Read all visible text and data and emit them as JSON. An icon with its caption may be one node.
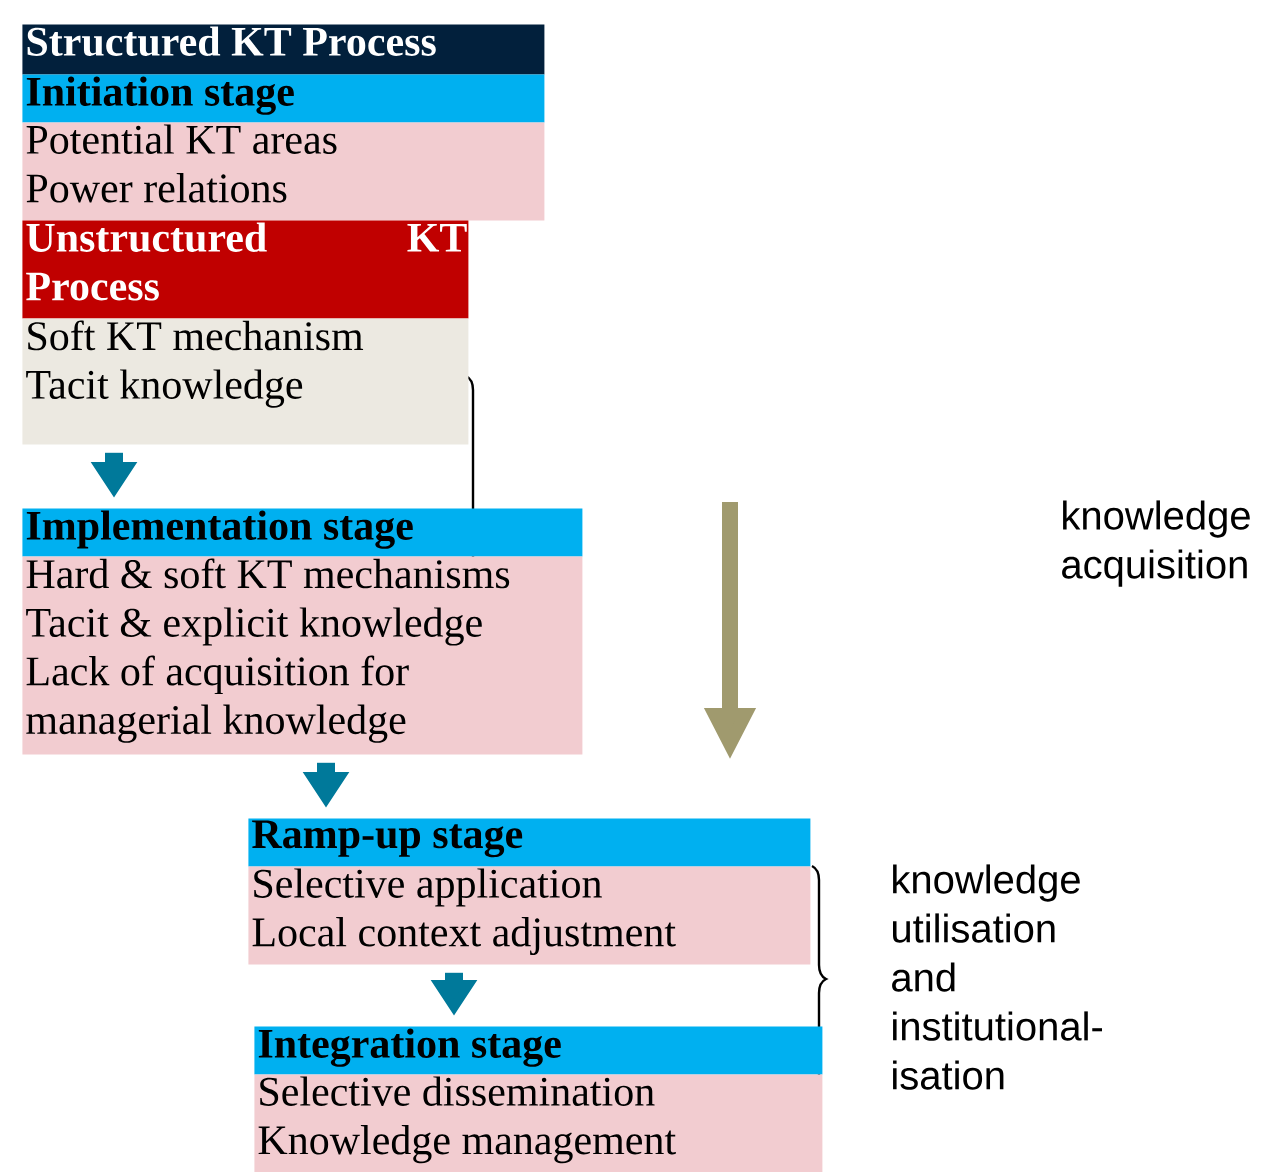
{
  "diagram": {
    "nodes": [
      {
        "text": [
          "Structured KT Process"
        ]
      },
      {
        "text": [
          "Initiation stage"
        ]
      },
      {
        "text": [
          "Potential KT areas",
          "Power relations"
        ]
      },
      {
        "text": [
          "Unstructured KT Process"
        ]
      },
      {
        "text": [
          "Soft KT mechanism",
          "Tacit knowledge"
        ]
      },
      {
        "text": [
          "Implementation stage"
        ]
      },
      {
        "text": [
          "Hard & soft KT mechanisms",
          "Tacit & explicit knowledge",
          "Lack of acquisition for managerial knowledge"
        ]
      },
      {
        "text": [
          "Ramp-up stage"
        ]
      },
      {
        "text": [
          "Selective application",
          "Local context adjustment"
        ]
      },
      {
        "text": [
          "Integration stage"
        ]
      },
      {
        "text": [
          "Selective dissemination",
          "Knowledge management"
        ]
      }
    ],
    "edges": [
      {
        "from": 4,
        "to": 5,
        "arrow": "to"
      },
      {
        "from": 6,
        "to": 7,
        "arrow": "to"
      },
      {
        "from": 8,
        "to": 9,
        "arrow": "to"
      }
    ],
    "labels": [
      "knowledge acquisition",
      "knowledge utilisation and institutional-isation"
    ]
  }
}
